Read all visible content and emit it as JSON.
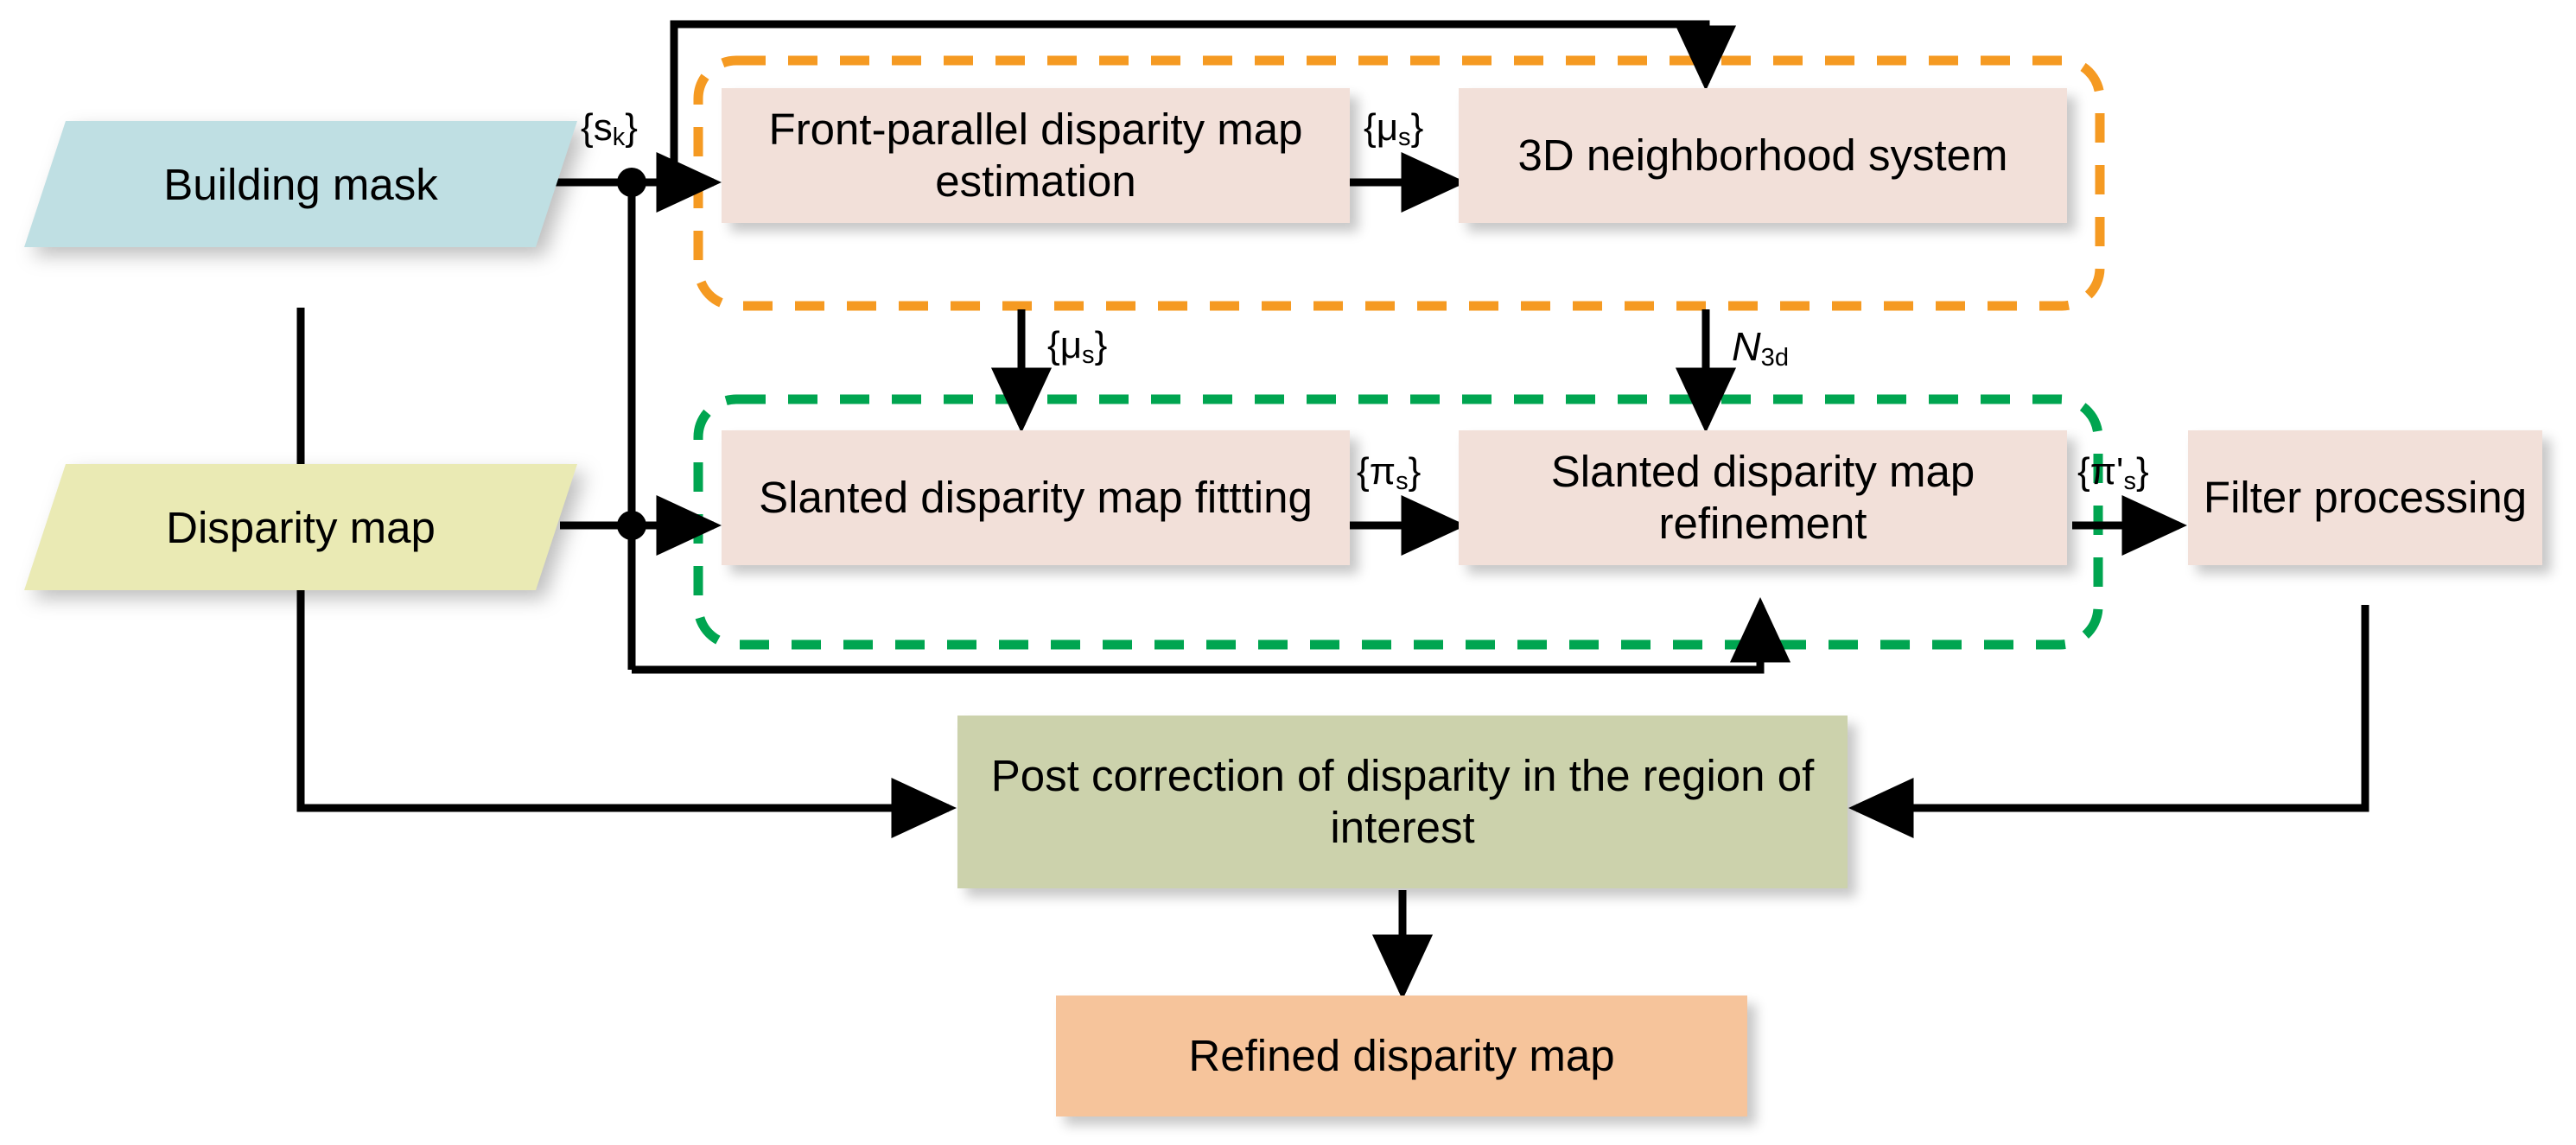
{
  "diagram": {
    "title": "Refined disparity map pipeline flowchart",
    "colors": {
      "input_mask_fill": "#bfdfe3",
      "input_disparity_fill": "#eaeab4",
      "process_fill": "#f2e0d9",
      "post_fill": "#ccd2ac",
      "result_fill": "#f6c49b",
      "group_orange": "#f59a22",
      "group_green": "#00a550",
      "edge": "#000000"
    },
    "inputs": [
      {
        "id": "building-mask",
        "label": "Building mask",
        "shape": "parallelogram"
      },
      {
        "id": "disparity-map",
        "label": "Disparity map",
        "shape": "parallelogram"
      }
    ],
    "processes": [
      {
        "id": "front-parallel",
        "label": "Front-parallel disparity map estimation"
      },
      {
        "id": "neighborhood-3d",
        "label": "3D neighborhood system"
      },
      {
        "id": "slanted-fitting",
        "label": "Slanted disparity map fittting"
      },
      {
        "id": "slanted-refinement",
        "label": "Slanted disparity map refinement"
      },
      {
        "id": "filter-processing",
        "label": "Filter processing"
      },
      {
        "id": "post-correction",
        "label": "Post correction of disparity in the region of interest"
      }
    ],
    "result": {
      "id": "refined-disparity-map",
      "label": "Refined disparity map"
    },
    "edge_labels": [
      {
        "id": "sk",
        "base": "{s",
        "sub": "k",
        "close": "}"
      },
      {
        "id": "mu-s-top",
        "base": "{μ",
        "sub": "s",
        "close": "}"
      },
      {
        "id": "mu-s-down",
        "base": "{μ",
        "sub": "s",
        "close": "}"
      },
      {
        "id": "n-3d",
        "base": "N",
        "sub": "3d",
        "close": ""
      },
      {
        "id": "pi-s",
        "base": "{π",
        "sub": "s",
        "close": "}"
      },
      {
        "id": "pi-s-prime",
        "base": "{π'",
        "sub": "s",
        "close": "}"
      }
    ],
    "groups": [
      {
        "id": "orange-group",
        "style": "dashed",
        "color": "#f59a22"
      },
      {
        "id": "green-group",
        "style": "dashed",
        "color": "#00a550"
      }
    ]
  }
}
